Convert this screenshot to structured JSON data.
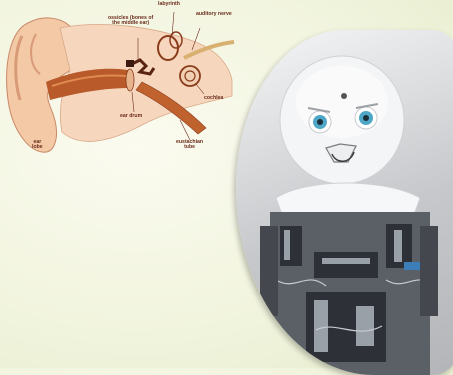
{
  "diagram": {
    "labels": {
      "ossicles": "ossicles (bones of\nthe middle ear)",
      "labyrinth": "labyrinth",
      "auditory_nerve": "auditory nerve",
      "cochlea": "cochlea",
      "ear_drum": "ear drum",
      "ear_lobe": "ear\nlobe",
      "eustachian_tube": "eustachian\ntube"
    }
  },
  "colors": {
    "background": "#f1f4dd",
    "tissue": "#f3c9a6",
    "canal": "#b85a2a",
    "label": "#6b2c1c"
  }
}
